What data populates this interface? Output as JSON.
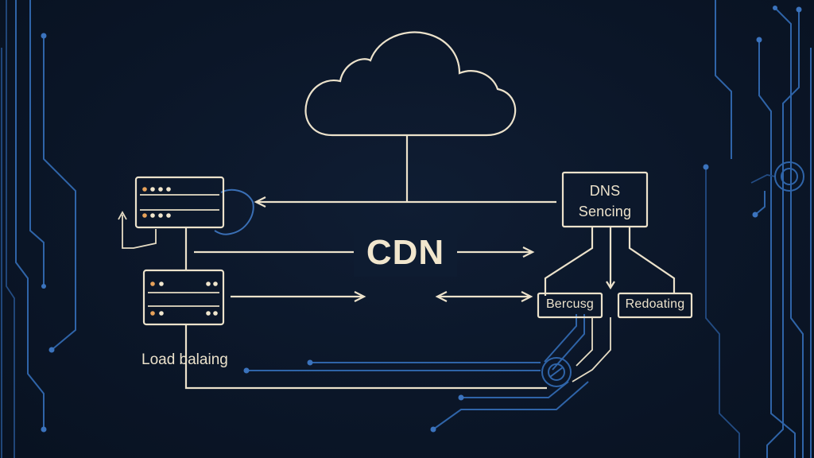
{
  "diagram": {
    "center_title": "CDN",
    "dns_box": {
      "line1": "DNS",
      "line2": "Sencing"
    },
    "left_box_label": "Bercusg",
    "right_box_label": "Redoating",
    "load_balancer_label": "Load balaing"
  },
  "colors": {
    "background": "#0b1628",
    "line_primary": "#ece2cb",
    "circuit_blue": "#2f64a8",
    "server_led_orange": "#e8a25a",
    "server_led_white": "#f1e6cd"
  },
  "icons": [
    "cloud-icon",
    "server-rack-icon",
    "server-rack-icon",
    "ring-node-icon",
    "circuit-node-icon"
  ]
}
